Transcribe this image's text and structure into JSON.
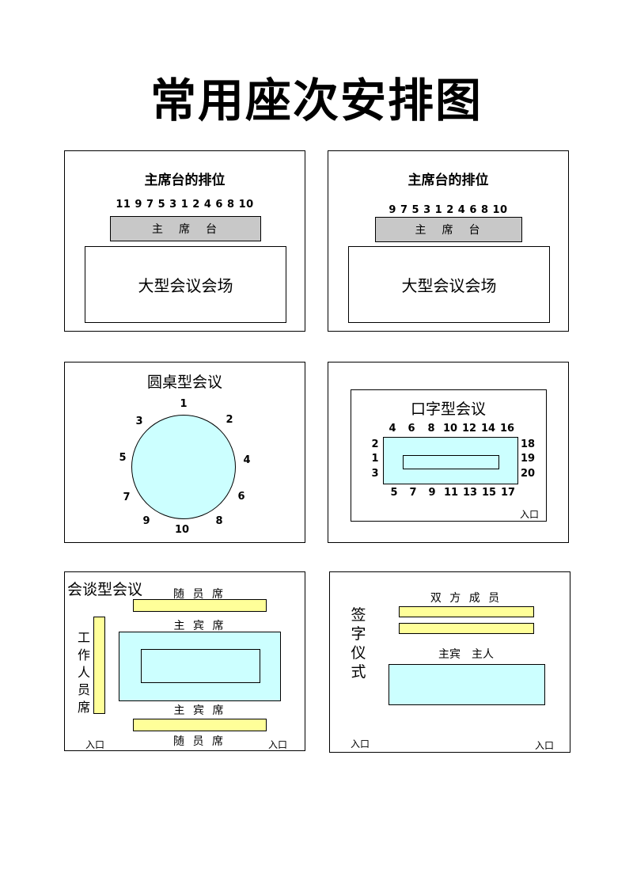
{
  "page_title": "常用座次安排图",
  "panel1": {
    "title": "主席台的排位",
    "numbers": "11 9 7 5 3 1 2 4 6 8 10",
    "stage": "主　席　台",
    "hall": "大型会议会场"
  },
  "panel2": {
    "title": "主席台的排位",
    "numbers": "9 7 5 3 1 2 4 6 8 10",
    "stage": "主　席　台",
    "hall": "大型会议会场"
  },
  "panel3": {
    "title": "圆桌型会议",
    "seats": [
      "1",
      "2",
      "3",
      "4",
      "5",
      "6",
      "7",
      "8",
      "9",
      "10"
    ]
  },
  "panel4": {
    "title": "口字型会议",
    "top": [
      "4",
      "6",
      "8",
      "10",
      "12",
      "14",
      "16"
    ],
    "bottom": [
      "5",
      "7",
      "9",
      "11",
      "13",
      "15",
      "17"
    ],
    "left": [
      "2",
      "1",
      "3"
    ],
    "right": [
      "18",
      "19",
      "20"
    ],
    "entrance": "入口"
  },
  "panel5": {
    "title": "会谈型会议",
    "attendants_top": "随 员 席",
    "host_top": "主 宾 席",
    "host_bottom": "主 宾 席",
    "attendants_bottom": "随 员 席",
    "staff": [
      "工",
      "作",
      "人",
      "员",
      "席"
    ],
    "entrance_left": "入口",
    "entrance_right": "入口"
  },
  "panel6": {
    "title_chars": [
      "签",
      "字",
      "仪",
      "式"
    ],
    "members": "双 方 成 员",
    "principals": "主宾　主人",
    "entrance_left": "入口",
    "entrance_right": "入口"
  },
  "colors": {
    "stage": "#c8c8c8",
    "table": "#ccffff",
    "bench": "#ffff99"
  }
}
